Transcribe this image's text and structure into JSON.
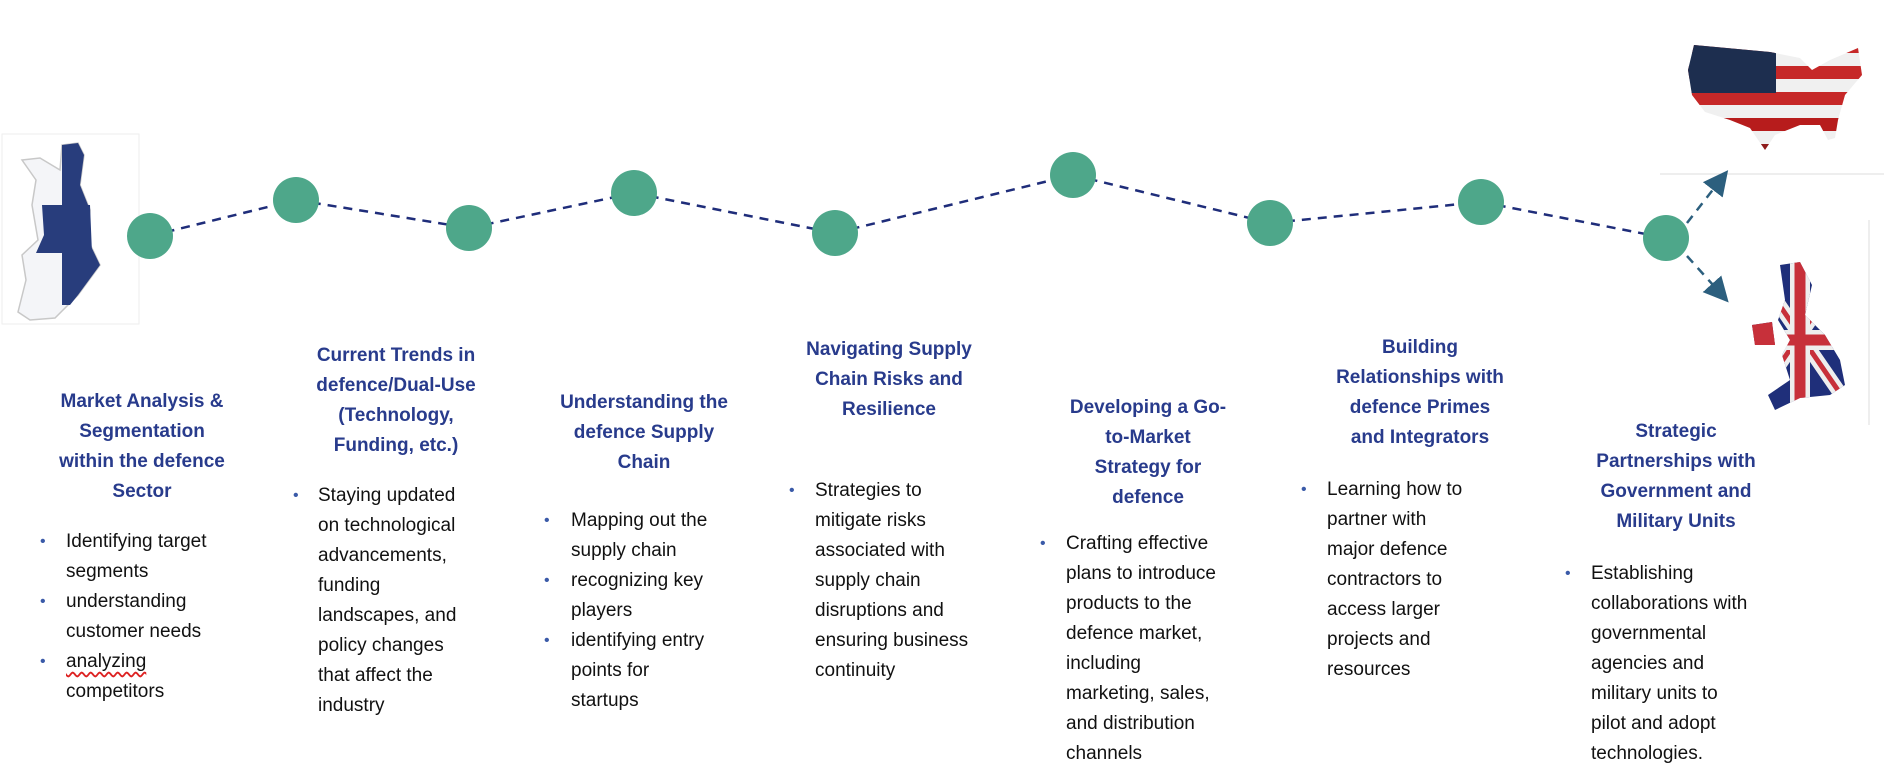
{
  "colors": {
    "node": "#4ea78a",
    "connector": "#1f2d7a",
    "arrow": "#2c5f7e",
    "title": "#283b8c"
  },
  "images": {
    "start_map": "finland-flag-map",
    "end_maps": [
      "usa-flag-map",
      "uk-flag-map"
    ]
  },
  "steps": [
    {
      "title": [
        "Market Analysis &",
        "Segmentation",
        "within the defence",
        "Sector"
      ],
      "bullets": [
        [
          "Identifying target",
          "segments"
        ],
        [
          "understanding",
          "customer needs"
        ],
        [
          "analyzing",
          "competitors"
        ]
      ]
    },
    {
      "title": [
        "Current Trends in",
        "defence/Dual-Use",
        "(Technology,",
        "Funding, etc.)"
      ],
      "bullets": [
        [
          "Staying updated",
          "on technological",
          "advancements,",
          "funding",
          "landscapes, and",
          "policy changes",
          "that affect the",
          "industry"
        ]
      ]
    },
    {
      "title": [
        "Understanding the",
        "defence Supply",
        "Chain"
      ],
      "bullets": [
        [
          "Mapping out the",
          "supply chain"
        ],
        [
          "recognizing key",
          "players"
        ],
        [
          "identifying entry",
          "points for",
          "startups"
        ]
      ]
    },
    {
      "title": [
        "Navigating Supply",
        "Chain Risks and",
        "Resilience"
      ],
      "bullets": [
        [
          "Strategies to",
          "mitigate risks",
          "associated with",
          "supply chain",
          "disruptions and",
          "ensuring business",
          "continuity"
        ]
      ]
    },
    {
      "title": [
        "Developing a Go-",
        "to-Market",
        "Strategy for",
        "defence"
      ],
      "bullets": [
        [
          "Crafting effective",
          "plans to introduce",
          "products to the",
          "defence market,",
          "including",
          "marketing, sales,",
          "and distribution",
          "channels"
        ]
      ]
    },
    {
      "title": [
        "Building",
        "Relationships with",
        "defence Primes",
        "and Integrators"
      ],
      "bullets": [
        [
          "Learning how to",
          "partner with",
          "major defence",
          "contractors to",
          "access larger",
          "projects and",
          "resources"
        ]
      ]
    },
    {
      "title": [
        "Strategic",
        "Partnerships with",
        "Government and",
        "Military Units"
      ],
      "bullets": [
        [
          "Establishing",
          "collaborations with",
          "governmental",
          "agencies and",
          "military units to",
          "pilot and adopt",
          "technologies."
        ]
      ]
    }
  ]
}
